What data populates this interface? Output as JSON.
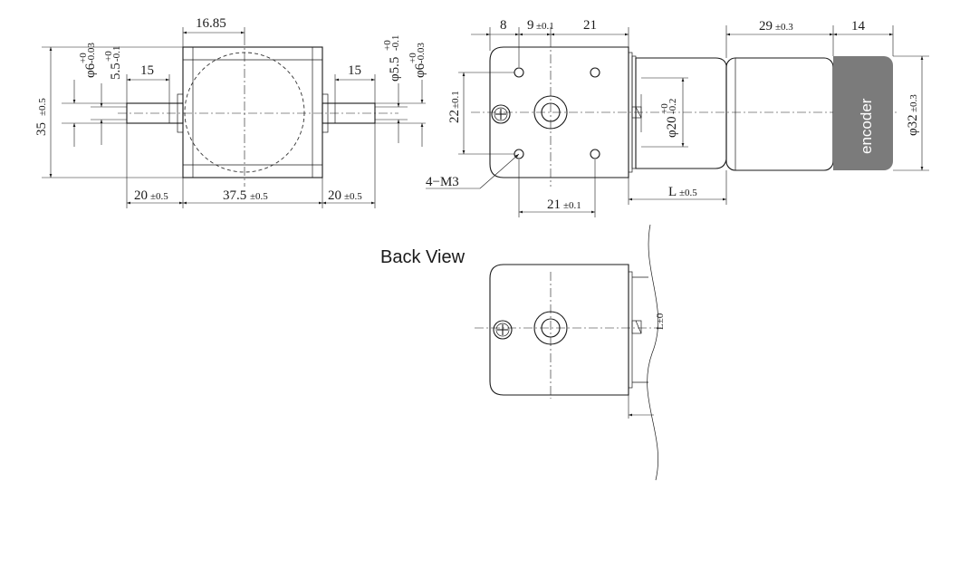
{
  "front_view": {
    "width_top": "16.85",
    "shaft_dia_left": "φ6",
    "shaft_tol_left_upper": "+0",
    "shaft_tol_left_lower": "-0.03",
    "flat_left": "5.5",
    "flat_tol_left_upper": "+0",
    "flat_tol_left_lower": "-0.1",
    "shaft_len_left": "15",
    "shaft_len_right": "15",
    "flat_dia_right": "φ5.5",
    "flat_tol_right_upper": "+0",
    "flat_tol_right_lower": "-0.1",
    "shaft_dia_right": "φ6",
    "shaft_tol_right_upper": "+0",
    "shaft_tol_right_lower": "-0.03",
    "height": "35",
    "height_tol": "±0.5",
    "bottom_left": "20",
    "bottom_left_tol": "±0.5",
    "bottom_mid": "37.5",
    "bottom_mid_tol": "±0.5",
    "bottom_right": "20",
    "bottom_right_tol": "±0.5"
  },
  "side_view": {
    "dim_8": "8",
    "dim_9": "9",
    "dim_9_tol": "±0.1",
    "dim_21_top": "21",
    "dim_22": "22",
    "dim_22_tol": "±0.1",
    "hole_note": "4−M3",
    "dim_21_bottom": "21",
    "dim_21_bottom_tol": "±0.1",
    "motor_dia": "φ20",
    "motor_tol_upper": "+0",
    "motor_tol_lower": "-0.2",
    "length_label": "L",
    "length_tol": "±0.5",
    "dim_29": "29",
    "dim_29_tol": "±0.3",
    "dim_14": "14",
    "outer_dia": "φ32",
    "outer_dia_tol": "±0.3",
    "encoder_label": "encoder"
  },
  "back_view": {
    "title": "Back View",
    "cut_label": "L±0"
  },
  "colors": {
    "encoder_fill": "#7b7b7b",
    "line": "#1a1a1a"
  }
}
